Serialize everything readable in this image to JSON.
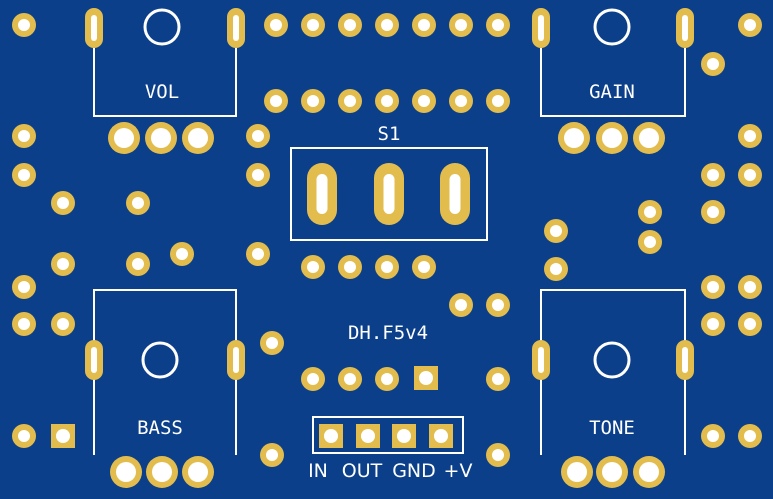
{
  "board": {
    "colors": {
      "substrate": "#0c3f8a",
      "copper": "#e2bd4e",
      "silkscreen": "#ffffff",
      "hole": "#ffffff"
    },
    "labels": {
      "vol": "VOL",
      "gain": "GAIN",
      "s1": "S1",
      "bass": "BASS",
      "tone": "TONE",
      "board_name": "DH.F5v4",
      "in": "IN",
      "out": "OUT",
      "gnd": "GND",
      "plus_v": "+V"
    }
  }
}
